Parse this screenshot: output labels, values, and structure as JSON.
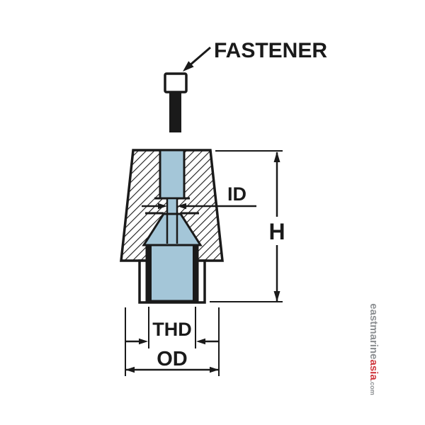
{
  "drawing": {
    "callout": {
      "fastener": "FASTENER"
    },
    "dimensions": {
      "inner_diameter": "ID",
      "height": "H",
      "thread": "THD",
      "outer_diameter": "OD"
    },
    "colors": {
      "anode_fill": "#a4c6d8",
      "line": "#1a1a1a",
      "watermark_gray": "#8d9093",
      "watermark_red": "#cf393f"
    },
    "watermark": {
      "word1": "east",
      "word2": "marine",
      "word3": "asia",
      "suffix": ".com"
    }
  }
}
